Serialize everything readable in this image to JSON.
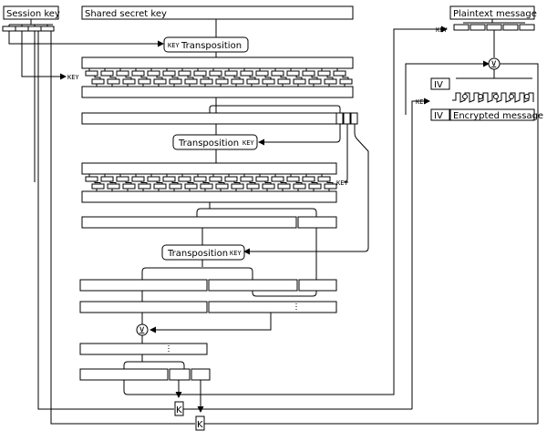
{
  "labels": {
    "session_key": "Session key",
    "shared_secret_key": "Shared secret key",
    "plaintext_message": "Plaintext message",
    "encrypted_message": "Encrypted message",
    "iv": "IV",
    "key": "KEY",
    "transposition": "Transposition",
    "xor_symbol": "⊻",
    "k_symbol": "K"
  }
}
